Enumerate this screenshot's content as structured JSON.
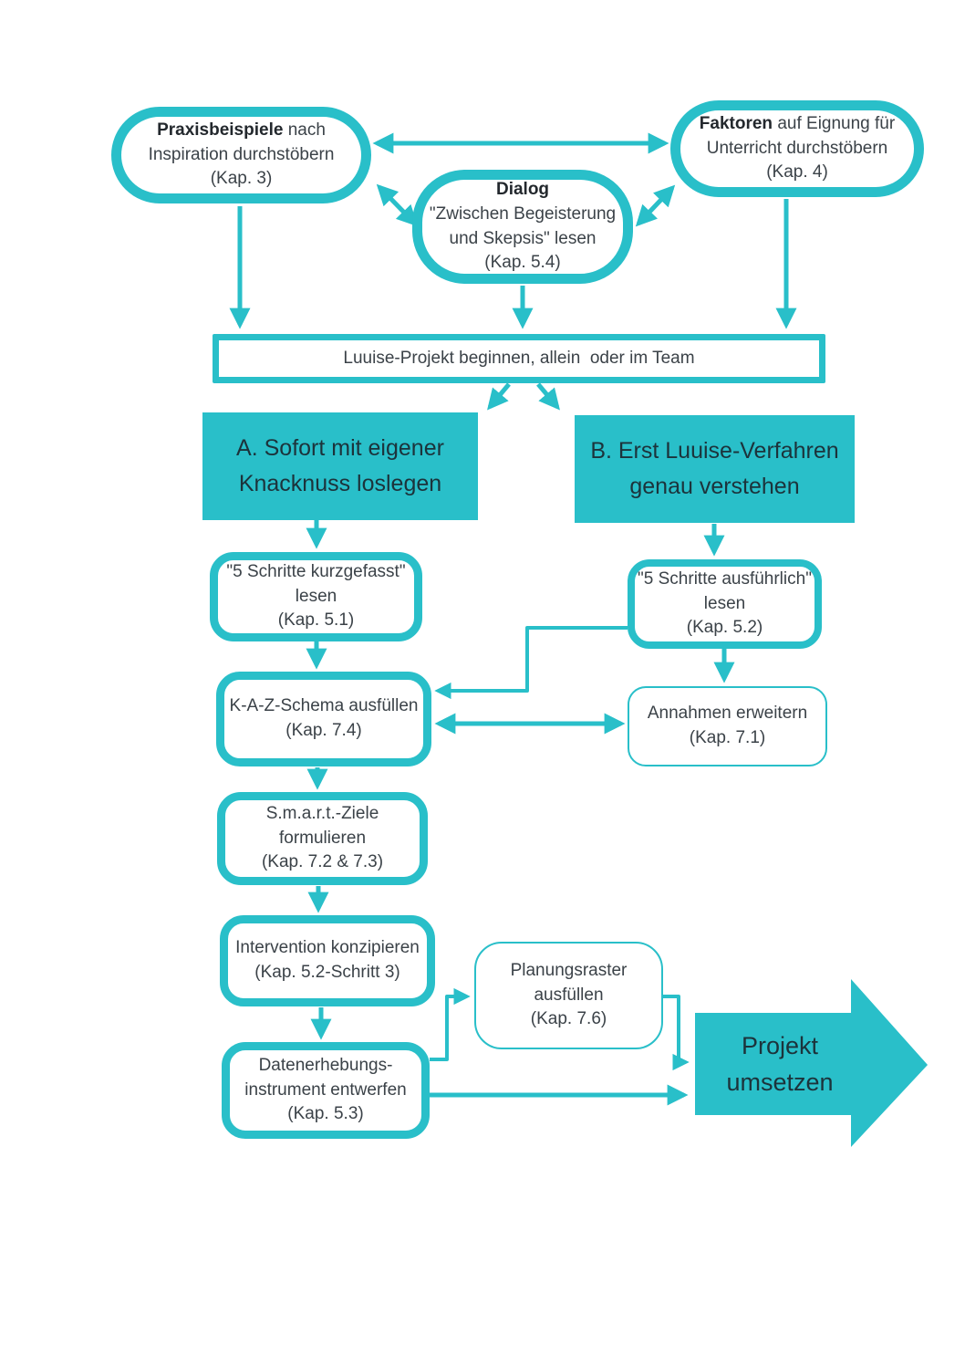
{
  "diagram": {
    "colors": {
      "teal": "#29bfc9",
      "text_dark": "#3b4248",
      "text_bold": "#23282d",
      "filled_box_text": "#1c333b",
      "background": "#ffffff"
    },
    "nodes": {
      "praxisbeispiele": {
        "bold": "Praxisbeispiele",
        "line1_rest": " nach",
        "line2": "Inspiration durchstöbern",
        "line3": "(Kap. 3)"
      },
      "faktoren": {
        "bold": "Faktoren",
        "line1_rest": " auf Eignung für",
        "line2": "Unterricht durchstöbern",
        "line3": "(Kap. 4)"
      },
      "dialog": {
        "bold": "Dialog",
        "line2": "\"Zwischen Begeisterung",
        "line3": "und Skepsis\" lesen",
        "line4": "(Kap. 5.4)"
      },
      "luuise_projekt": {
        "text": "Luuise-Projekt beginnen, allein  oder im Team"
      },
      "option_a": {
        "line1": "A. Sofort mit eigener",
        "line2": "Knacknuss loslegen"
      },
      "option_b": {
        "line1": "B. Erst Luuise-Verfahren",
        "line2": "genau verstehen"
      },
      "schritte_kurzgefasst": {
        "line1": "\"5 Schritte kurzgefasst\"",
        "line2": "lesen",
        "line3": "(Kap. 5.1)"
      },
      "kaz_schema": {
        "line1": "K-A-Z-Schema ausfüllen",
        "line2": "(Kap. 7.4)"
      },
      "smart_ziele": {
        "line1": "S.m.a.r.t.-Ziele formulieren",
        "line2": "(Kap. 7.2 & 7.3)"
      },
      "intervention": {
        "line1": "Intervention konzipieren",
        "line2": "(Kap. 5.2-Schritt 3)"
      },
      "datenerhebung": {
        "line1": "Datenerhebungs-",
        "line2": "instrument entwerfen",
        "line3": "(Kap. 5.3)"
      },
      "schritte_ausfuehrlich": {
        "line1": "\"5 Schritte ausführlich\"",
        "line2": "lesen",
        "line3": "(Kap. 5.2)"
      },
      "annahmen": {
        "line1": "Annahmen erweitern",
        "line2": "(Kap. 7.1)"
      },
      "planungsraster": {
        "line1": "Planungsraster",
        "line2": "ausfüllen",
        "line3": "(Kap. 7.6)"
      },
      "projekt_umsetzen": {
        "line1": "Projekt",
        "line2": "umsetzen"
      }
    }
  }
}
